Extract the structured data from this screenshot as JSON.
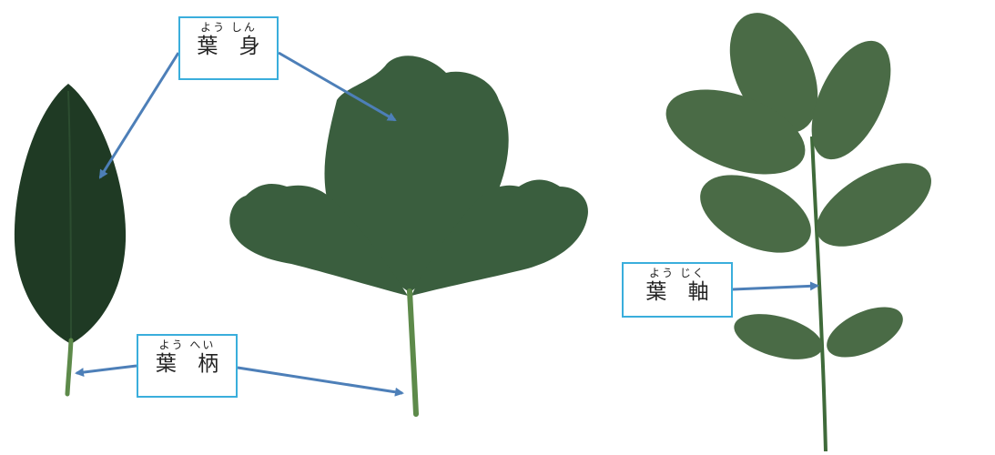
{
  "labels": {
    "blade": {
      "reading": "よう しん",
      "term": "葉 身"
    },
    "petiole": {
      "reading": "よう へい",
      "term": "葉 柄"
    },
    "rachis": {
      "reading": "よう じく",
      "term": "葉 軸"
    }
  },
  "colors": {
    "label_border": "#3aaedc",
    "arrow": "#4d7fb8",
    "simple_leaf": "#1f3a24",
    "ternate_leaf": "#3a5e3e",
    "compound_leaf": "#4a6b46",
    "stem": "#3f6a3a"
  },
  "specimens": [
    "elliptic-leaf",
    "ternate-leaf",
    "pinnate-compound-leaf"
  ]
}
